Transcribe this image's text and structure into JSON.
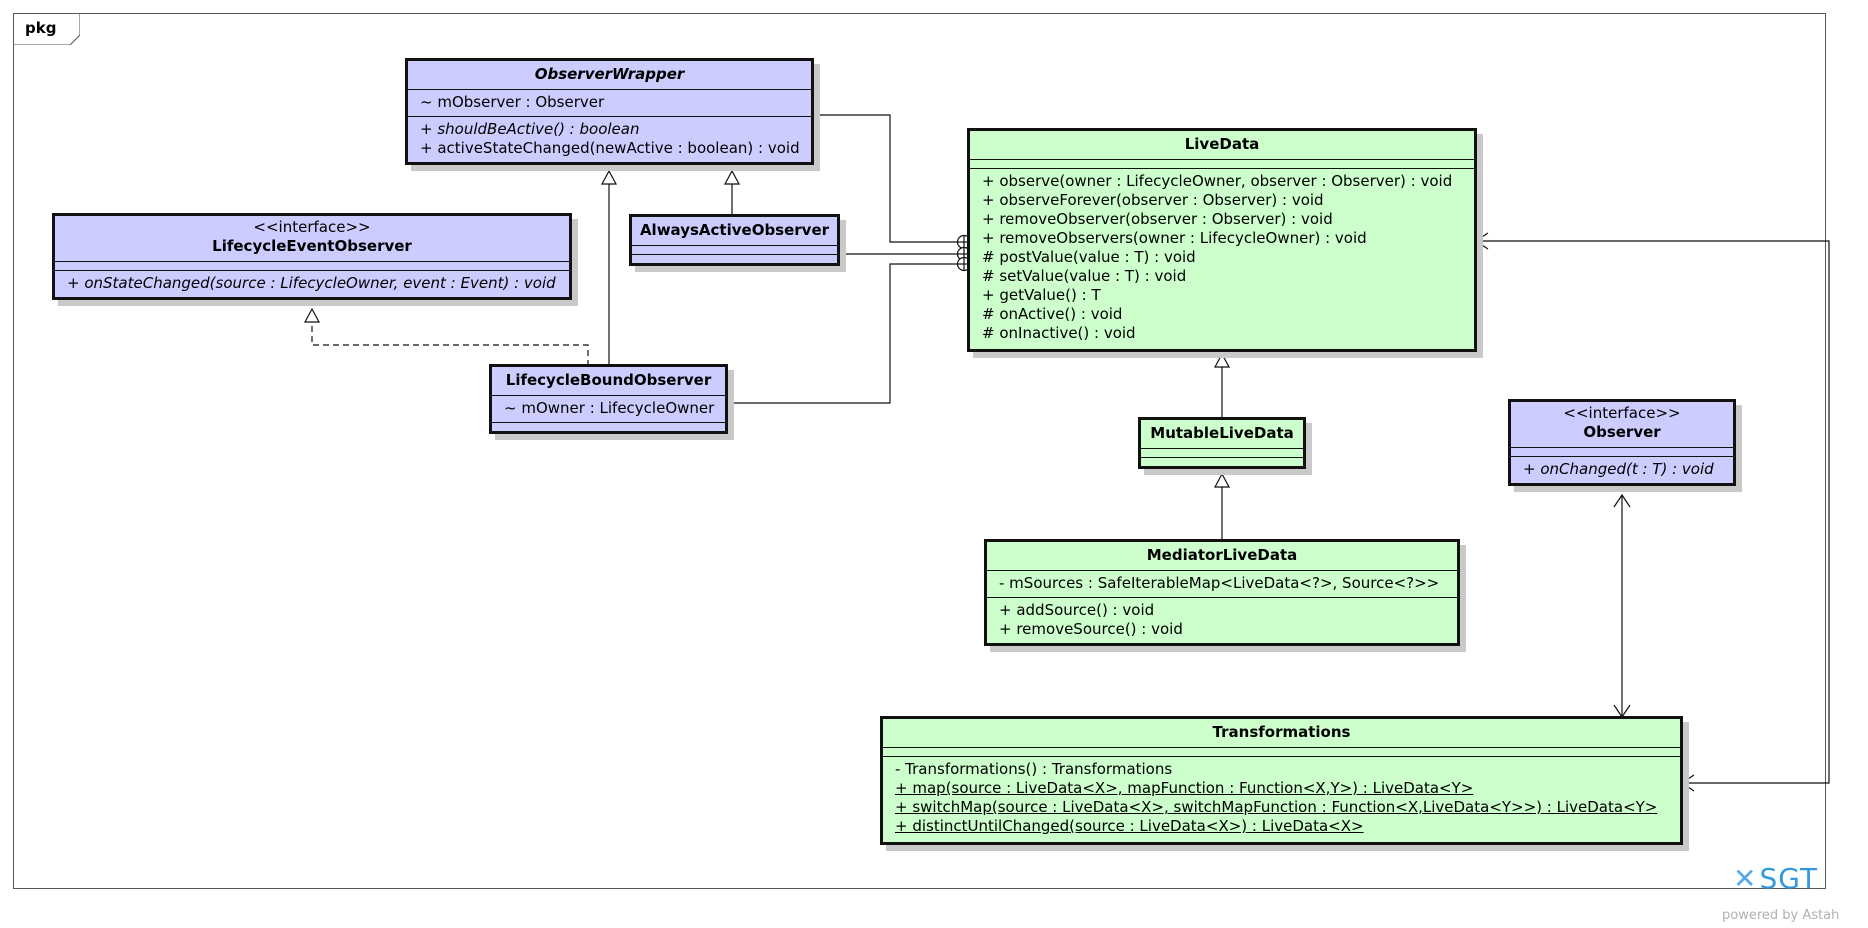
{
  "frame": {
    "label": "pkg"
  },
  "classes": {
    "observer_wrapper": {
      "name": "ObserverWrapper",
      "attributes": [
        "~ mObserver : Observer"
      ],
      "operations": [
        "+ shouldBeActive() : boolean",
        "+ activeStateChanged(newActive : boolean) : void"
      ]
    },
    "always_active_observer": {
      "name": "AlwaysActiveObserver"
    },
    "lifecycle_event_observer": {
      "stereotype": "<<interface>>",
      "name": "LifecycleEventObserver",
      "operations": [
        "+ onStateChanged(source : LifecycleOwner, event : Event) : void"
      ]
    },
    "lifecycle_bound_observer": {
      "name": "LifecycleBoundObserver",
      "attributes": [
        "~ mOwner : LifecycleOwner"
      ]
    },
    "live_data": {
      "name": "LiveData",
      "operations": [
        "+ observe(owner : LifecycleOwner, observer : Observer) : void",
        "+ observeForever(observer : Observer) : void",
        "+ removeObserver(observer : Observer) : void",
        "+ removeObservers(owner : LifecycleOwner) : void",
        "# postValue(value : T) : void",
        "# setValue(value : T) : void",
        "+ getValue() : T",
        "# onActive() : void",
        "# onInactive() : void"
      ]
    },
    "mutable_live_data": {
      "name": "MutableLiveData"
    },
    "mediator_live_data": {
      "name": "MediatorLiveData",
      "attributes": [
        "- mSources : SafeIterableMap<LiveData<?>, Source<?>>"
      ],
      "operations": [
        "+ addSource() : void",
        "+ removeSource() : void"
      ]
    },
    "observer": {
      "stereotype": "<<interface>>",
      "name": "Observer",
      "operations": [
        "+ onChanged(t : T) : void"
      ]
    },
    "transformations": {
      "name": "Transformations",
      "operations": [
        "- Transformations() : Transformations",
        "+ map(source : LiveData<X>, mapFunction : Function<X,Y>) : LiveData<Y>",
        "+ switchMap(source : LiveData<X>, switchMapFunction : Function<X,LiveData<Y>>) : LiveData<Y>",
        "+ distinctUntilChanged(source : LiveData<X>) : LiveData<X>"
      ]
    }
  },
  "watermark": {
    "brand": "SGT",
    "powered": "powered by Astah"
  },
  "colors": {
    "interface_fill": "#ccccff",
    "class_fill": "#ccffcc",
    "line": "#111111"
  }
}
